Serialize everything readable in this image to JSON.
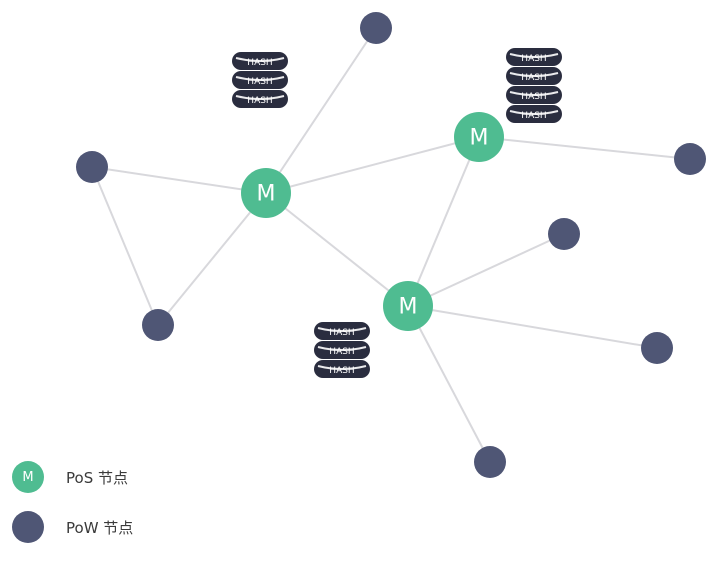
{
  "diagram": {
    "node_letter": "M",
    "hash_label": "HASH",
    "colors": {
      "pos_node": "#4fbc91",
      "pow_node": "#4f5675",
      "edge": "#d8d8dc",
      "hash_stack": "#2a2d3f"
    },
    "nodes": [
      {
        "id": "m1",
        "kind": "pos"
      },
      {
        "id": "m2",
        "kind": "pos"
      },
      {
        "id": "m3",
        "kind": "pos"
      },
      {
        "id": "p1",
        "kind": "pow"
      },
      {
        "id": "p2",
        "kind": "pow"
      },
      {
        "id": "p3",
        "kind": "pow"
      },
      {
        "id": "p4",
        "kind": "pow"
      },
      {
        "id": "p5",
        "kind": "pow"
      },
      {
        "id": "p6",
        "kind": "pow"
      },
      {
        "id": "p7",
        "kind": "pow"
      },
      {
        "id": "p8",
        "kind": "pow"
      }
    ],
    "edges": [
      [
        "m1",
        "p1"
      ],
      [
        "m1",
        "p2"
      ],
      [
        "m1",
        "p3"
      ],
      [
        "m1",
        "m2"
      ],
      [
        "m1",
        "m3"
      ],
      [
        "p2",
        "p3"
      ],
      [
        "m2",
        "m3"
      ],
      [
        "m2",
        "p4"
      ],
      [
        "m3",
        "p5"
      ],
      [
        "m3",
        "p6"
      ],
      [
        "m3",
        "p7"
      ]
    ],
    "hash_stacks": [
      {
        "id": "hash-1",
        "rows": 3
      },
      {
        "id": "hash-2",
        "rows": 4
      },
      {
        "id": "hash-3",
        "rows": 3
      }
    ]
  },
  "legend": {
    "pos": {
      "marker": "M",
      "label": "PoS 节点"
    },
    "pow": {
      "label": "PoW 节点"
    }
  }
}
